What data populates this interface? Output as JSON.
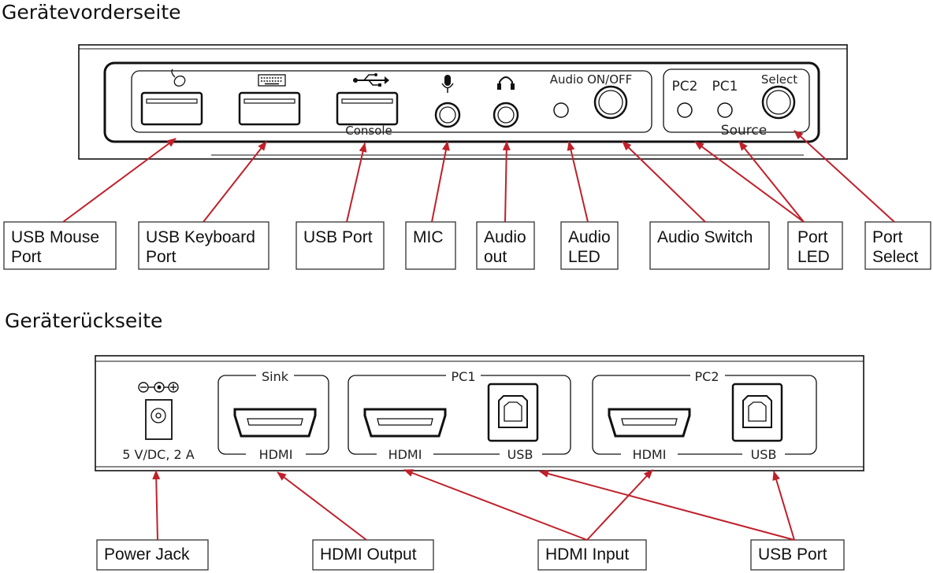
{
  "front": {
    "title": "Gerätevorderseite",
    "panel_labels": {
      "console": "Console",
      "audio_on_off": "Audio ON/OFF",
      "pc2": "PC2",
      "pc1": "PC1",
      "select": "Select",
      "source": "Source"
    },
    "callouts": [
      {
        "line1": "USB Mouse",
        "line2": "Port"
      },
      {
        "line1": "USB Keyboard",
        "line2": "Port"
      },
      {
        "line1": "USB Port",
        "line2": ""
      },
      {
        "line1": "MIC",
        "line2": ""
      },
      {
        "line1": "Audio",
        "line2": "out"
      },
      {
        "line1": "Audio",
        "line2": "LED"
      },
      {
        "line1": "Audio Switch",
        "line2": ""
      },
      {
        "line1": "Port",
        "line2": "LED"
      },
      {
        "line1": "Port",
        "line2": "Select"
      }
    ]
  },
  "back": {
    "title": "Geräterückseite",
    "panel_labels": {
      "power_rating": "5 V/DC, 2 A",
      "sink": "Sink",
      "sink_hdmi": "HDMI",
      "pc1": "PC1",
      "pc1_hdmi": "HDMI",
      "pc1_usb": "USB",
      "pc2": "PC2",
      "pc2_hdmi": "HDMI",
      "pc2_usb": "USB"
    },
    "callouts": [
      {
        "label": "Power Jack"
      },
      {
        "label": "HDMI Output"
      },
      {
        "label": "HDMI Input"
      },
      {
        "label": "USB Port"
      }
    ]
  },
  "colors": {
    "arrow": "#c0202a",
    "outline": "#111111"
  },
  "icons": [
    "mouse-icon",
    "keyboard-icon",
    "usb-icon",
    "microphone-icon",
    "headphones-icon",
    "dc-polarity-icon"
  ]
}
